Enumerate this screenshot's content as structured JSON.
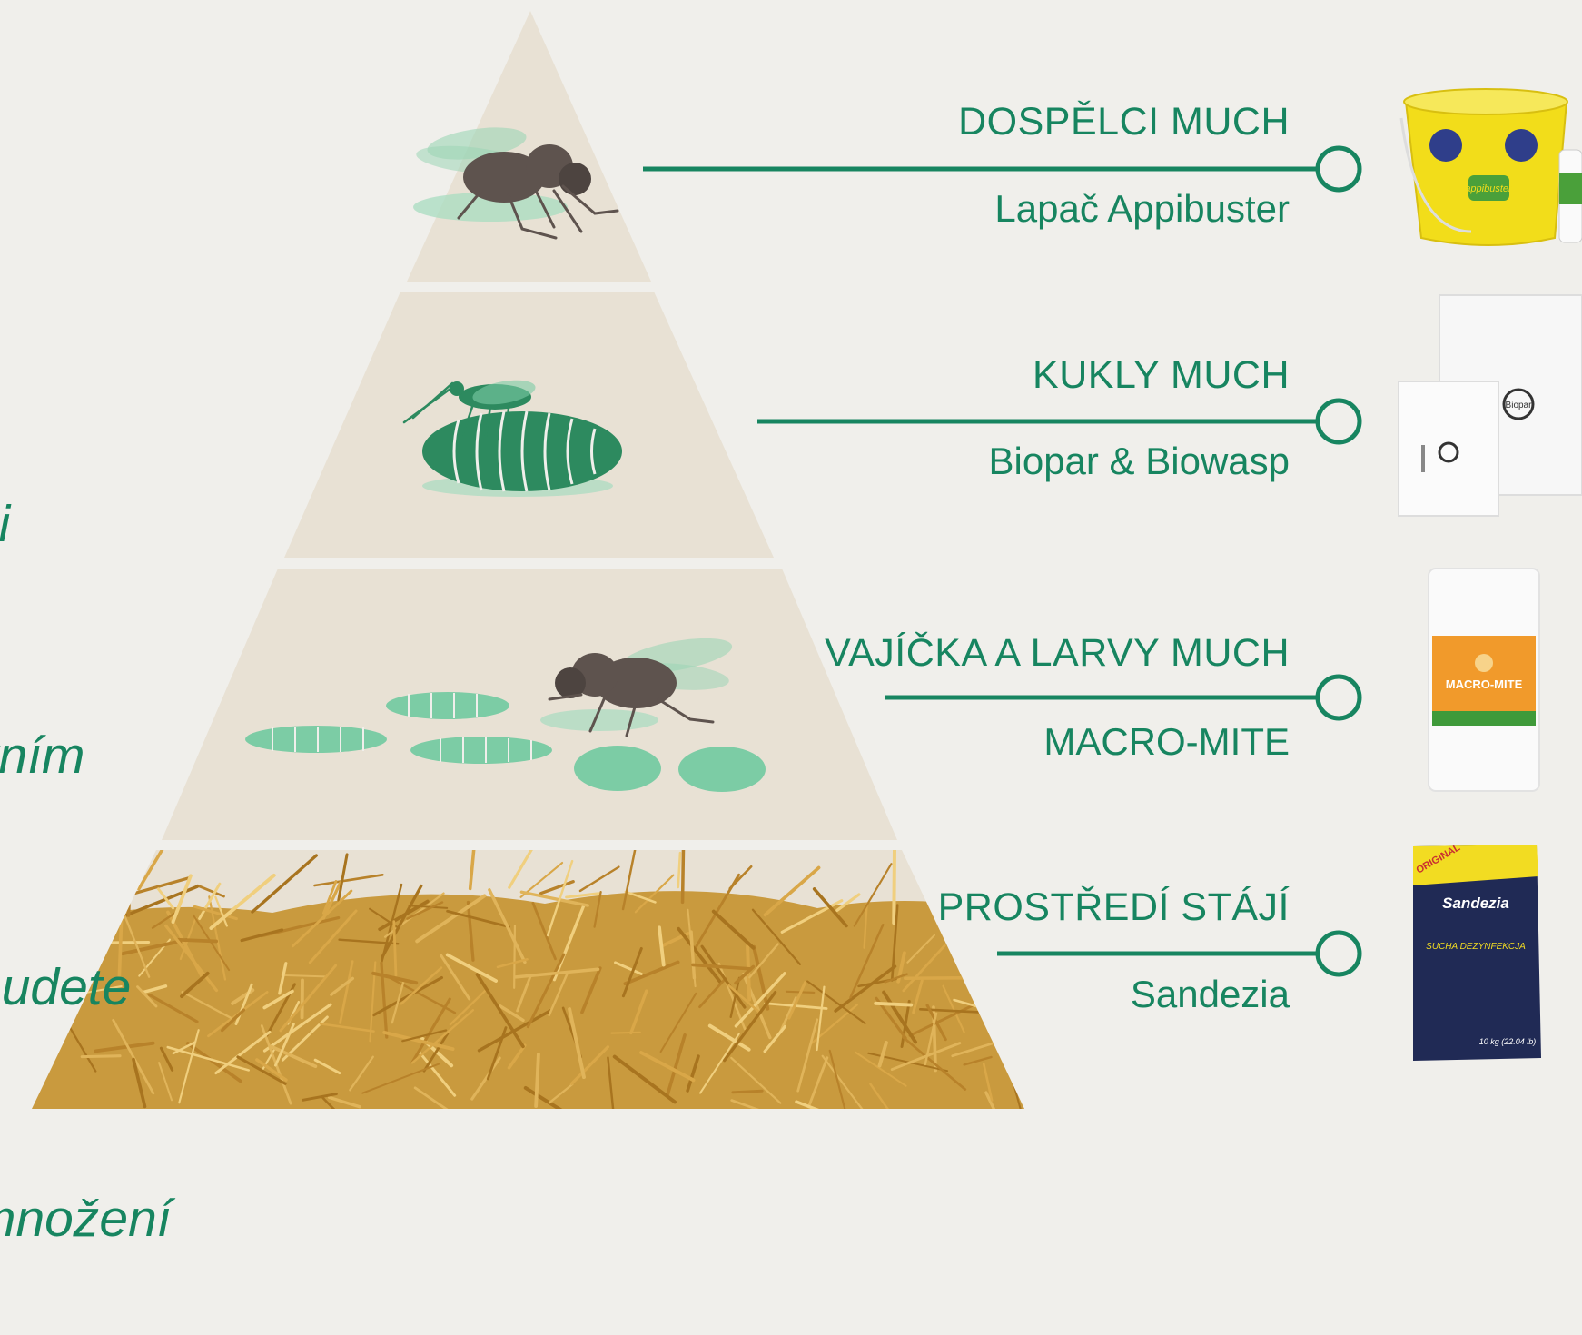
{
  "intro_lines": [
    "či",
    "kním",
    "budete",
    "množení"
  ],
  "levels": [
    {
      "title": "DOSPĚLCI MUCH",
      "product": "Lapač Appibuster",
      "product_icon": "yellow-bucket-trap-icon",
      "illustration": "adult-fly-icon"
    },
    {
      "title": "KUKLY MUCH",
      "product": "Biopar & Biowasp",
      "product_icon": "white-bag-icon",
      "illustration": "wasp-on-pupa-icon"
    },
    {
      "title": "VAJÍČKA A LARVY MUCH",
      "product": "MACRO-MITE",
      "product_icon": "container-icon",
      "illustration": "larvae-and-eggs-icon"
    },
    {
      "title": "PROSTŘEDÍ STÁJÍ",
      "product": "Sandezia",
      "product_icon": "sack-icon",
      "illustration": "straw-icon"
    }
  ],
  "product_labels": {
    "appibuster": "appibuster",
    "biopar": "Biopar",
    "macromite": "MACRO-MITE",
    "sandezia": "Sandezia",
    "sandezia_sub": "SUCHA DEZYNFEKCJA",
    "sandezia_weight": "10 kg (22.04 lb)",
    "sandezia_badge": "ORIGINAL"
  },
  "colors": {
    "accent": "#178560",
    "background": "#f0efeb",
    "pyramid": "#e8e1d4",
    "light_green": "#7ccca5",
    "fly": "#5e534e",
    "straw": "#c99a3e"
  }
}
